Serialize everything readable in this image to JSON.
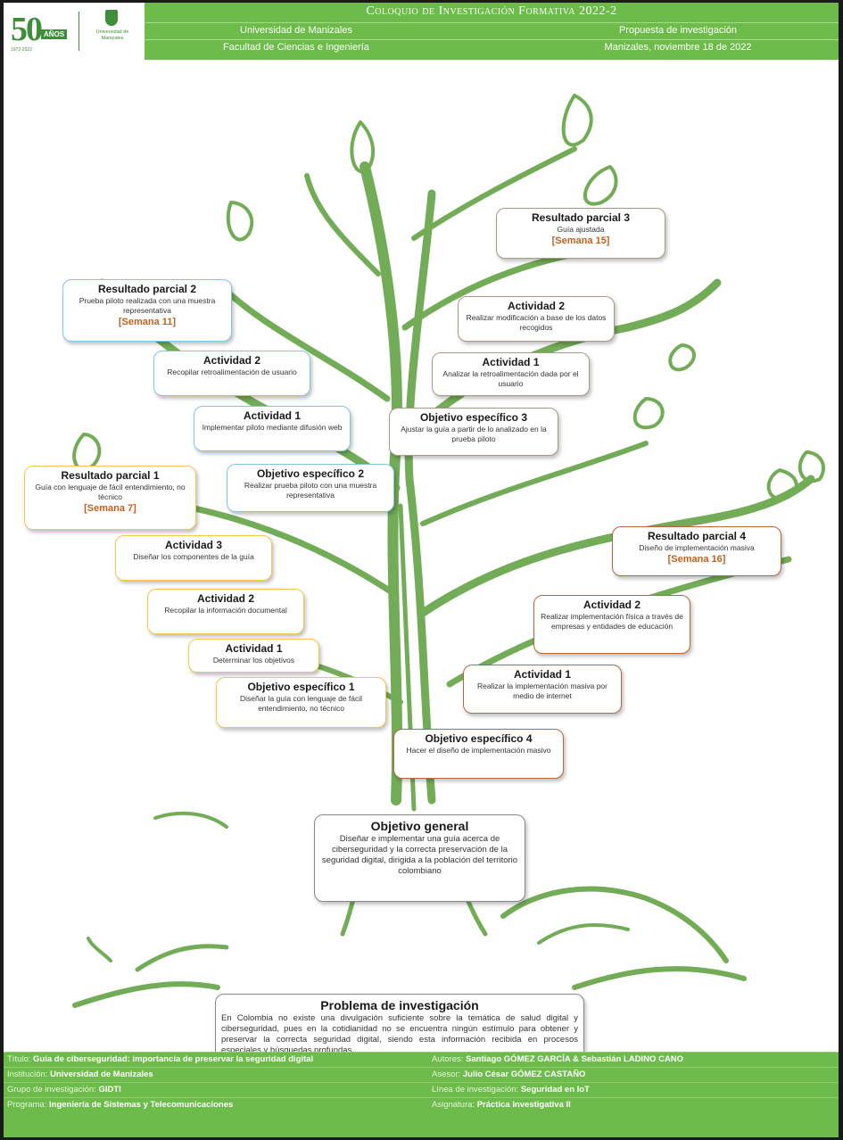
{
  "header": {
    "logo": {
      "number": "50",
      "label": "AÑOS",
      "tagline": "1972-2022",
      "university_logo_text": "Universidad de Manizales"
    },
    "title": "Coloquio de Investigación Formativa 2022-2",
    "university": "Universidad de Manizales",
    "faculty": "Facultad de Ciencias e Ingeniería",
    "proposal": "Propuesta de investigación",
    "date": "Manizales, noviembre 18 de 2022"
  },
  "boxes": {
    "rp3": {
      "title": "Resultado parcial 3",
      "desc": "Guía ajustada",
      "week": "[Semana 15]"
    },
    "a2_obj3": {
      "title": "Actividad 2",
      "desc": "Realizar modificación a base de los datos recogidos"
    },
    "a1_obj3": {
      "title": "Actividad 1",
      "desc": "Analizar la retroalimentación dada por el usuario"
    },
    "obj3": {
      "title": "Objetivo específico 3",
      "desc": "Ajustar la guía a partir de lo analizado en la prueba piloto"
    },
    "rp2": {
      "title": "Resultado parcial 2",
      "desc": "Prueba piloto realizada con una muestra representativa",
      "week": "[Semana 11]"
    },
    "a2_obj2": {
      "title": "Actividad 2",
      "desc": "Recopilar retroalimentación de usuario"
    },
    "a1_obj2": {
      "title": "Actividad 1",
      "desc": "Implementar piloto mediante difusión web"
    },
    "obj2": {
      "title": "Objetivo específico 2",
      "desc": "Realizar prueba piloto con una muestra representativa"
    },
    "rp1": {
      "title": "Resultado parcial 1",
      "desc": "Guía con lenguaje de fácil entendimiento, no técnico",
      "week": "[Semana 7]"
    },
    "a3_obj1": {
      "title": "Actividad 3",
      "desc": "Diseñar los componentes de la guía"
    },
    "a2_obj1": {
      "title": "Actividad 2",
      "desc": "Recopilar la información documental"
    },
    "a1_obj1": {
      "title": "Actividad 1",
      "desc": "Determinar los objetivos"
    },
    "obj1": {
      "title": "Objetivo específico 1",
      "desc": "Diseñar la guía con lenguaje de fácil entendimiento, no técnico"
    },
    "rp4": {
      "title": "Resultado parcial 4",
      "desc": "Diseño de implementación masiva",
      "week": "[Semana 16]"
    },
    "a2_obj4": {
      "title": "Actividad 2",
      "desc": "Realizar implementación física a través de empresas y entidades de educación"
    },
    "a1_obj4": {
      "title": "Actividad 1",
      "desc": "Realizar la implementación masiva por medio de internet"
    },
    "obj4": {
      "title": "Objetivo específico 4",
      "desc": "Hacer el diseño de implementación masivo"
    },
    "general": {
      "title": "Objetivo general",
      "desc": "Diseñar e implementar una guía acerca de ciberseguridad y la correcta preservación de la seguridad digital, dirigida a la población del territorio colombiano"
    },
    "problem": {
      "title": "Problema de investigación",
      "desc": "En Colombia no existe una divulgación suficiente sobre la temática de salud digital y ciberseguridad, pues en la cotidianidad no se encuentra ningún estímulo para obtener y preservar la correcta seguridad digital, siendo esta información recibida en procesos especiales y búsquedas profundas."
    }
  },
  "footer": {
    "titulo_label": "Título:",
    "titulo": "Guía de ciberseguridad: importancia de preservar la seguridad digital",
    "autores_label": "Autores:",
    "autores": "Santiago GÓMEZ GARCÍA & Sebastián LADINO CANO",
    "institucion_label": "Institución:",
    "institucion": "Universidad de Manizales",
    "asesor_label": "Asesor:",
    "asesor": "Julio César GÓMEZ CASTAÑO",
    "grupo_label": "Grupo de investigación:",
    "grupo": "GIDTI",
    "linea_label": "Línea de investigación:",
    "linea": "Seguridad en IoT",
    "programa_label": "Programa:",
    "programa": "Ingeniería de Sistemas y Telecomunicaciones",
    "asignatura_label": "Asignatura:",
    "asignatura": "Práctica Investigativa II"
  },
  "colors": {
    "green": "#6dbb4a",
    "tree": "#5a9e3a",
    "blue_border": "#7fc6e8",
    "yellow_border": "#f2c94c",
    "gray_border": "#a89a83",
    "brown_border": "#b5683a",
    "week_text": "#c0621d"
  }
}
